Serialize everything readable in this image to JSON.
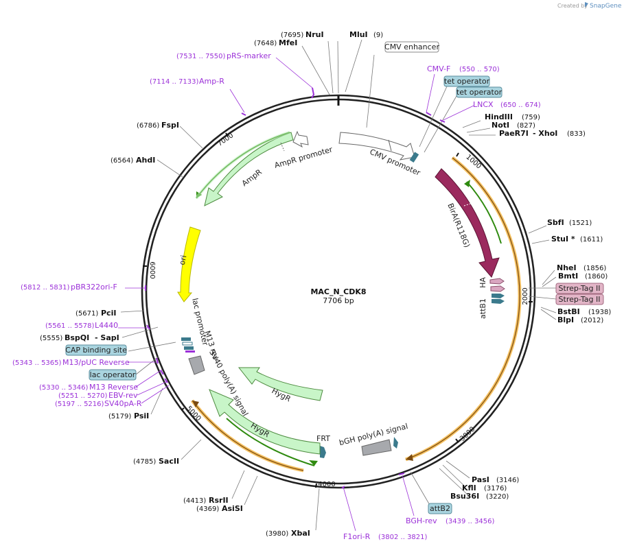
{
  "credit": {
    "text": "Created by",
    "brand": "SnapGene"
  },
  "plasmid": {
    "name": "MAC_N_CDK8",
    "length_label": "7706 bp"
  },
  "ticks": [
    "1000",
    "2000",
    "3000",
    "4000",
    "5000",
    "6000",
    "7000"
  ],
  "enzymes": [
    {
      "name": "NruI",
      "pos": "(7695)"
    },
    {
      "name": "MluI",
      "pos": "(9)"
    },
    {
      "name": "MfeI",
      "pos": "(7648)"
    },
    {
      "name": "HindIII",
      "pos": "(759)"
    },
    {
      "name": "NotI",
      "pos": "(827)"
    },
    {
      "name": "PaeR7I",
      "name2": "- XhoI",
      "pos": "(833)"
    },
    {
      "name": "SbfI",
      "pos": "(1521)"
    },
    {
      "name": "StuI *",
      "pos": "(1611)"
    },
    {
      "name": "NheI",
      "pos": "(1856)"
    },
    {
      "name": "BmtI",
      "pos": "(1860)"
    },
    {
      "name": "BstBI",
      "pos": "(1938)"
    },
    {
      "name": "BlpI",
      "pos": "(2012)"
    },
    {
      "name": "PasI",
      "pos": "(3146)"
    },
    {
      "name": "KflI",
      "pos": "(3176)"
    },
    {
      "name": "Bsu36I",
      "pos": "(3220)"
    },
    {
      "name": "XbaI",
      "pos": "(3980)"
    },
    {
      "name": "AsiSI",
      "pos": "(4369)"
    },
    {
      "name": "RsrII",
      "pos": "(4413)"
    },
    {
      "name": "SacII",
      "pos": "(4785)"
    },
    {
      "name": "PsiI",
      "pos": "(5179)"
    },
    {
      "name": "BspQI",
      "name2": "- SapI",
      "pos": "(5555)"
    },
    {
      "name": "PciI",
      "pos": "(5671)"
    },
    {
      "name": "AhdI",
      "pos": "(6564)"
    },
    {
      "name": "FspI",
      "pos": "(6786)"
    }
  ],
  "primers": [
    {
      "name": "pRS-marker",
      "range": "(7531 .. 7550)"
    },
    {
      "name": "Amp-R",
      "range": "(7114 .. 7133)"
    },
    {
      "name": "CMV-F",
      "range": "(550 .. 570)"
    },
    {
      "name": "LNCX",
      "range": "(650 .. 674)"
    },
    {
      "name": "pBR322ori-F",
      "range": "(5812 .. 5831)"
    },
    {
      "name": "L4440",
      "range": "(5561 .. 5578)"
    },
    {
      "name": "M13/pUC Reverse",
      "range": "(5343 .. 5365)"
    },
    {
      "name": "M13 Reverse",
      "range": "(5330 .. 5346)"
    },
    {
      "name": "EBV-rev",
      "range": "(5251 .. 5270)"
    },
    {
      "name": "SV40pA-R",
      "range": "(5197 .. 5216)"
    },
    {
      "name": "BGH-rev",
      "range": "(3439 .. 3456)"
    },
    {
      "name": "F1ori-R",
      "range": "(3802 .. 3821)"
    }
  ],
  "boxed_features": [
    {
      "name": "CMV enhancer",
      "style": "white"
    },
    {
      "name": "tet operator",
      "style": "blue"
    },
    {
      "name": "tet operator",
      "style": "blue"
    },
    {
      "name": "Strep-Tag II",
      "style": "pink"
    },
    {
      "name": "Strep-Tag II",
      "style": "pink"
    },
    {
      "name": "attB2",
      "style": "blue"
    },
    {
      "name": "CAP binding site",
      "style": "blue"
    },
    {
      "name": "lac operator",
      "style": "blue"
    }
  ],
  "features": [
    {
      "name": "CMV promoter",
      "color": "#ffffff"
    },
    {
      "name": "BirA(R118G)",
      "color": "#9b2a5e"
    },
    {
      "name": "HA",
      "color": "#d9a6c0"
    },
    {
      "name": "attB1",
      "color": "#3b7a8c"
    },
    {
      "name": "bGH poly(A) signal",
      "color": "#a7a9ad"
    },
    {
      "name": "FRT",
      "color": "#3b7a8c"
    },
    {
      "name": "HygR",
      "color": "#c8f5c8"
    },
    {
      "name": "HygR",
      "color": "#c8f5c8"
    },
    {
      "name": "SV40 poly(A) signal",
      "color": "#a7a9ad"
    },
    {
      "name": "M13 rev",
      "color": "#3b7a8c"
    },
    {
      "name": "lac promoter",
      "color": "#ffffff"
    },
    {
      "name": "ori",
      "color": "#ffff00"
    },
    {
      "name": "AmpR",
      "color": "#c8f5c8"
    },
    {
      "name": "AmpR promoter",
      "color": "#ffffff"
    }
  ],
  "colors": {
    "primer": "#9b30d8",
    "backbone": "#222222",
    "orf_highlight": "#f2b544",
    "orf_arrow": "#2f8a0f",
    "marker_fill": "#c8f5c8",
    "ori_fill": "#ffff00",
    "birA_fill": "#9b2a5e"
  }
}
